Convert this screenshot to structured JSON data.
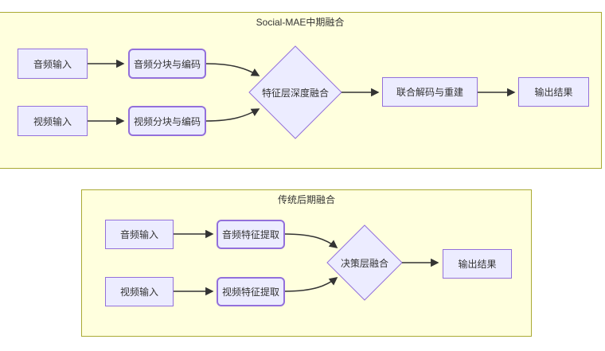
{
  "colors": {
    "cluster_fill": "#ffffde",
    "cluster_border": "#aaaa33",
    "node_fill": "#ececff",
    "node_border": "#9370db",
    "edge": "#333333",
    "text": "#333333"
  },
  "diagrams": [
    {
      "title": "Social-MAE中期融合",
      "nodes": {
        "audio_input": "音频输入",
        "audio_encode": "音频分块与编码",
        "video_input": "视频输入",
        "video_encode": "视频分块与编码",
        "fusion": "特征层深度融合",
        "decode": "联合解码与重建",
        "output": "输出结果"
      }
    },
    {
      "title": "传统后期融合",
      "nodes": {
        "audio_input": "音频输入",
        "audio_extract": "音频特征提取",
        "video_input": "视频输入",
        "video_extract": "视频特征提取",
        "fusion": "决策层融合",
        "output": "输出结果"
      }
    }
  ]
}
